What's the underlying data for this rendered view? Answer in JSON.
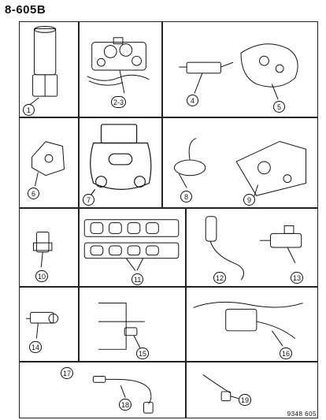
{
  "page_code": "8-605B",
  "drawing_number": "9348 605",
  "callouts": [
    "1",
    "2-3",
    "4",
    "5",
    "6",
    "7",
    "8",
    "9",
    "10",
    "11",
    "12",
    "13",
    "14",
    "15",
    "16",
    "17",
    "18",
    "19"
  ]
}
